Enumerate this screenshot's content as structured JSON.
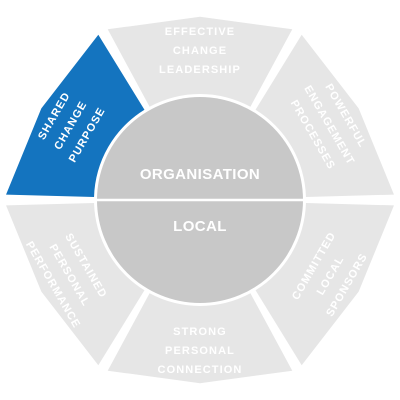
{
  "colors": {
    "segment": "#e6e6e6",
    "segment_active": "#1474bf",
    "hub": "#c8c8c8",
    "hub_divider": "#ffffff",
    "text": "#ffffff"
  },
  "hub": {
    "top_label": "ORGANISATION",
    "bottom_label": "LOCAL"
  },
  "segments": [
    {
      "id": "effective-change-leadership",
      "lines": [
        "EFFECTIVE",
        "CHANGE",
        "LEADERSHIP"
      ],
      "active": false
    },
    {
      "id": "powerful-engagement-processes",
      "lines": [
        "POWERFUL",
        "ENGAGEMENT",
        "PROCESSES"
      ],
      "active": false
    },
    {
      "id": "committed-local-sponsors",
      "lines": [
        "COMMITTED",
        "LOCAL",
        "SPONSORS"
      ],
      "active": false
    },
    {
      "id": "strong-personal-connection",
      "lines": [
        "STRONG",
        "PERSONAL",
        "CONNECTION"
      ],
      "active": false
    },
    {
      "id": "sustained-personal-performance",
      "lines": [
        "SUSTAINED",
        "PERSONAL",
        "PERFORMANCE"
      ],
      "active": false
    },
    {
      "id": "shared-change-purpose",
      "lines": [
        "SHARED",
        "CHANGE",
        "PURPOSE"
      ],
      "active": true
    }
  ]
}
